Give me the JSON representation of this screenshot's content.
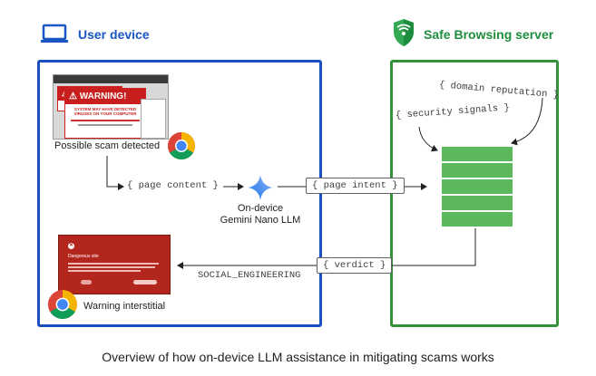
{
  "user_device": {
    "title": "User device"
  },
  "server": {
    "title": "Safe Browsing server"
  },
  "scam": {
    "caption": "Possible scam detected",
    "warning_title": "WARNING!",
    "warning_text": "SYSTEM MAY HAVE DETECTED VIRUSES ON YOUR COMPUTER"
  },
  "llm": {
    "line1": "On-device",
    "line2": "Gemini Nano LLM"
  },
  "labels": {
    "page_content": "{ page content }",
    "page_intent": "{ page intent }",
    "verdict": "{ verdict }",
    "social_engineering": "SOCIAL_ENGINEERING",
    "security_signals": "{ security signals }",
    "domain_reputation": "{ domain reputation }"
  },
  "interstitial": {
    "caption": "Warning interstitial",
    "heading": "Dangerous site"
  },
  "caption": "Overview of how on-device LLM assistance in mitigating scams works",
  "colors": {
    "user_blue": "#1a4fc0",
    "server_green": "#34913a",
    "db_green": "#5cb85c",
    "warning_red": "#b3261e"
  }
}
